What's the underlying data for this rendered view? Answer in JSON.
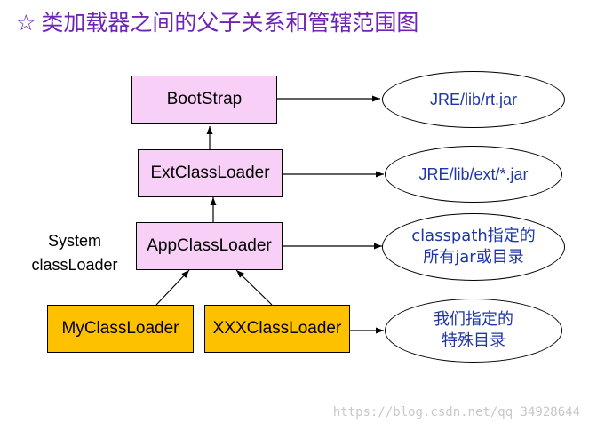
{
  "title": {
    "star": "☆",
    "text": "类加载器之间的父子关系和管辖范围图"
  },
  "loaders": {
    "bootstrap": "BootStrap",
    "ext": "ExtClassLoader",
    "app": "AppClassLoader",
    "my": "MyClassLoader",
    "xxx": "XXXClassLoader"
  },
  "scopes": {
    "bootstrap": "JRE/lib/rt.jar",
    "ext": "JRE/lib/ext/*.jar",
    "app_line1": "classpath指定的",
    "app_line2": "所有jar或目录",
    "custom_line1": "我们指定的",
    "custom_line2": "特殊目录"
  },
  "system_label": {
    "line1": "System",
    "line2": "classLoader"
  },
  "watermark": "https://blog.csdn.net/qq_34928644",
  "colors": {
    "title": "#6f25b4",
    "pink_box": "#f8cff6",
    "gold_box": "#fdc100",
    "ellipse_text": "#1e36a6"
  }
}
